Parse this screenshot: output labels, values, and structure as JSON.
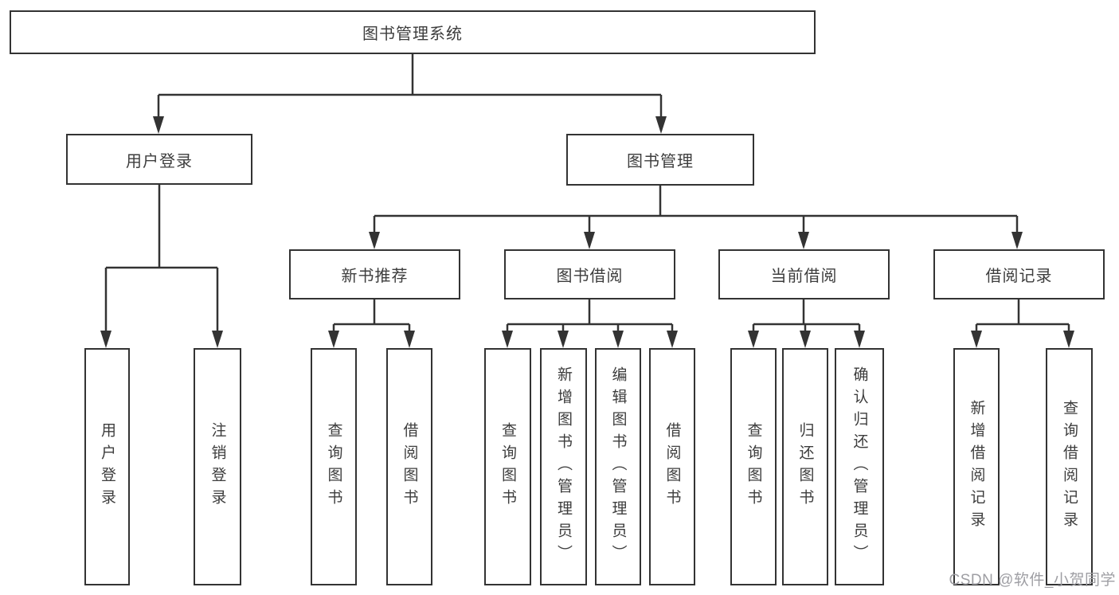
{
  "tree": {
    "root": {
      "label": "图书管理系统",
      "children": [
        {
          "label": "用户登录",
          "children": [
            {
              "label": "用户登录"
            },
            {
              "label": "注销登录"
            }
          ]
        },
        {
          "label": "图书管理",
          "children": [
            {
              "label": "新书推荐",
              "children": [
                {
                  "label": "查询图书"
                },
                {
                  "label": "借阅图书"
                }
              ]
            },
            {
              "label": "图书借阅",
              "children": [
                {
                  "label": "查询图书"
                },
                {
                  "label": "新增图书（管理员）"
                },
                {
                  "label": "编辑图书（管理员）"
                },
                {
                  "label": "借阅图书"
                }
              ]
            },
            {
              "label": "当前借阅",
              "children": [
                {
                  "label": "查询图书"
                },
                {
                  "label": "归还图书"
                },
                {
                  "label": "确认归还（管理员）"
                }
              ]
            },
            {
              "label": "借阅记录",
              "children": [
                {
                  "label": "新增借阅记录"
                },
                {
                  "label": "查询借阅记录"
                }
              ]
            }
          ]
        }
      ]
    }
  },
  "watermark": {
    "text": "CSDN @软件_小贺同学"
  },
  "colors": {
    "line": "#333333",
    "text": "#3d3d3d",
    "background": "#ffffff",
    "watermark": "#9e9ea3"
  }
}
